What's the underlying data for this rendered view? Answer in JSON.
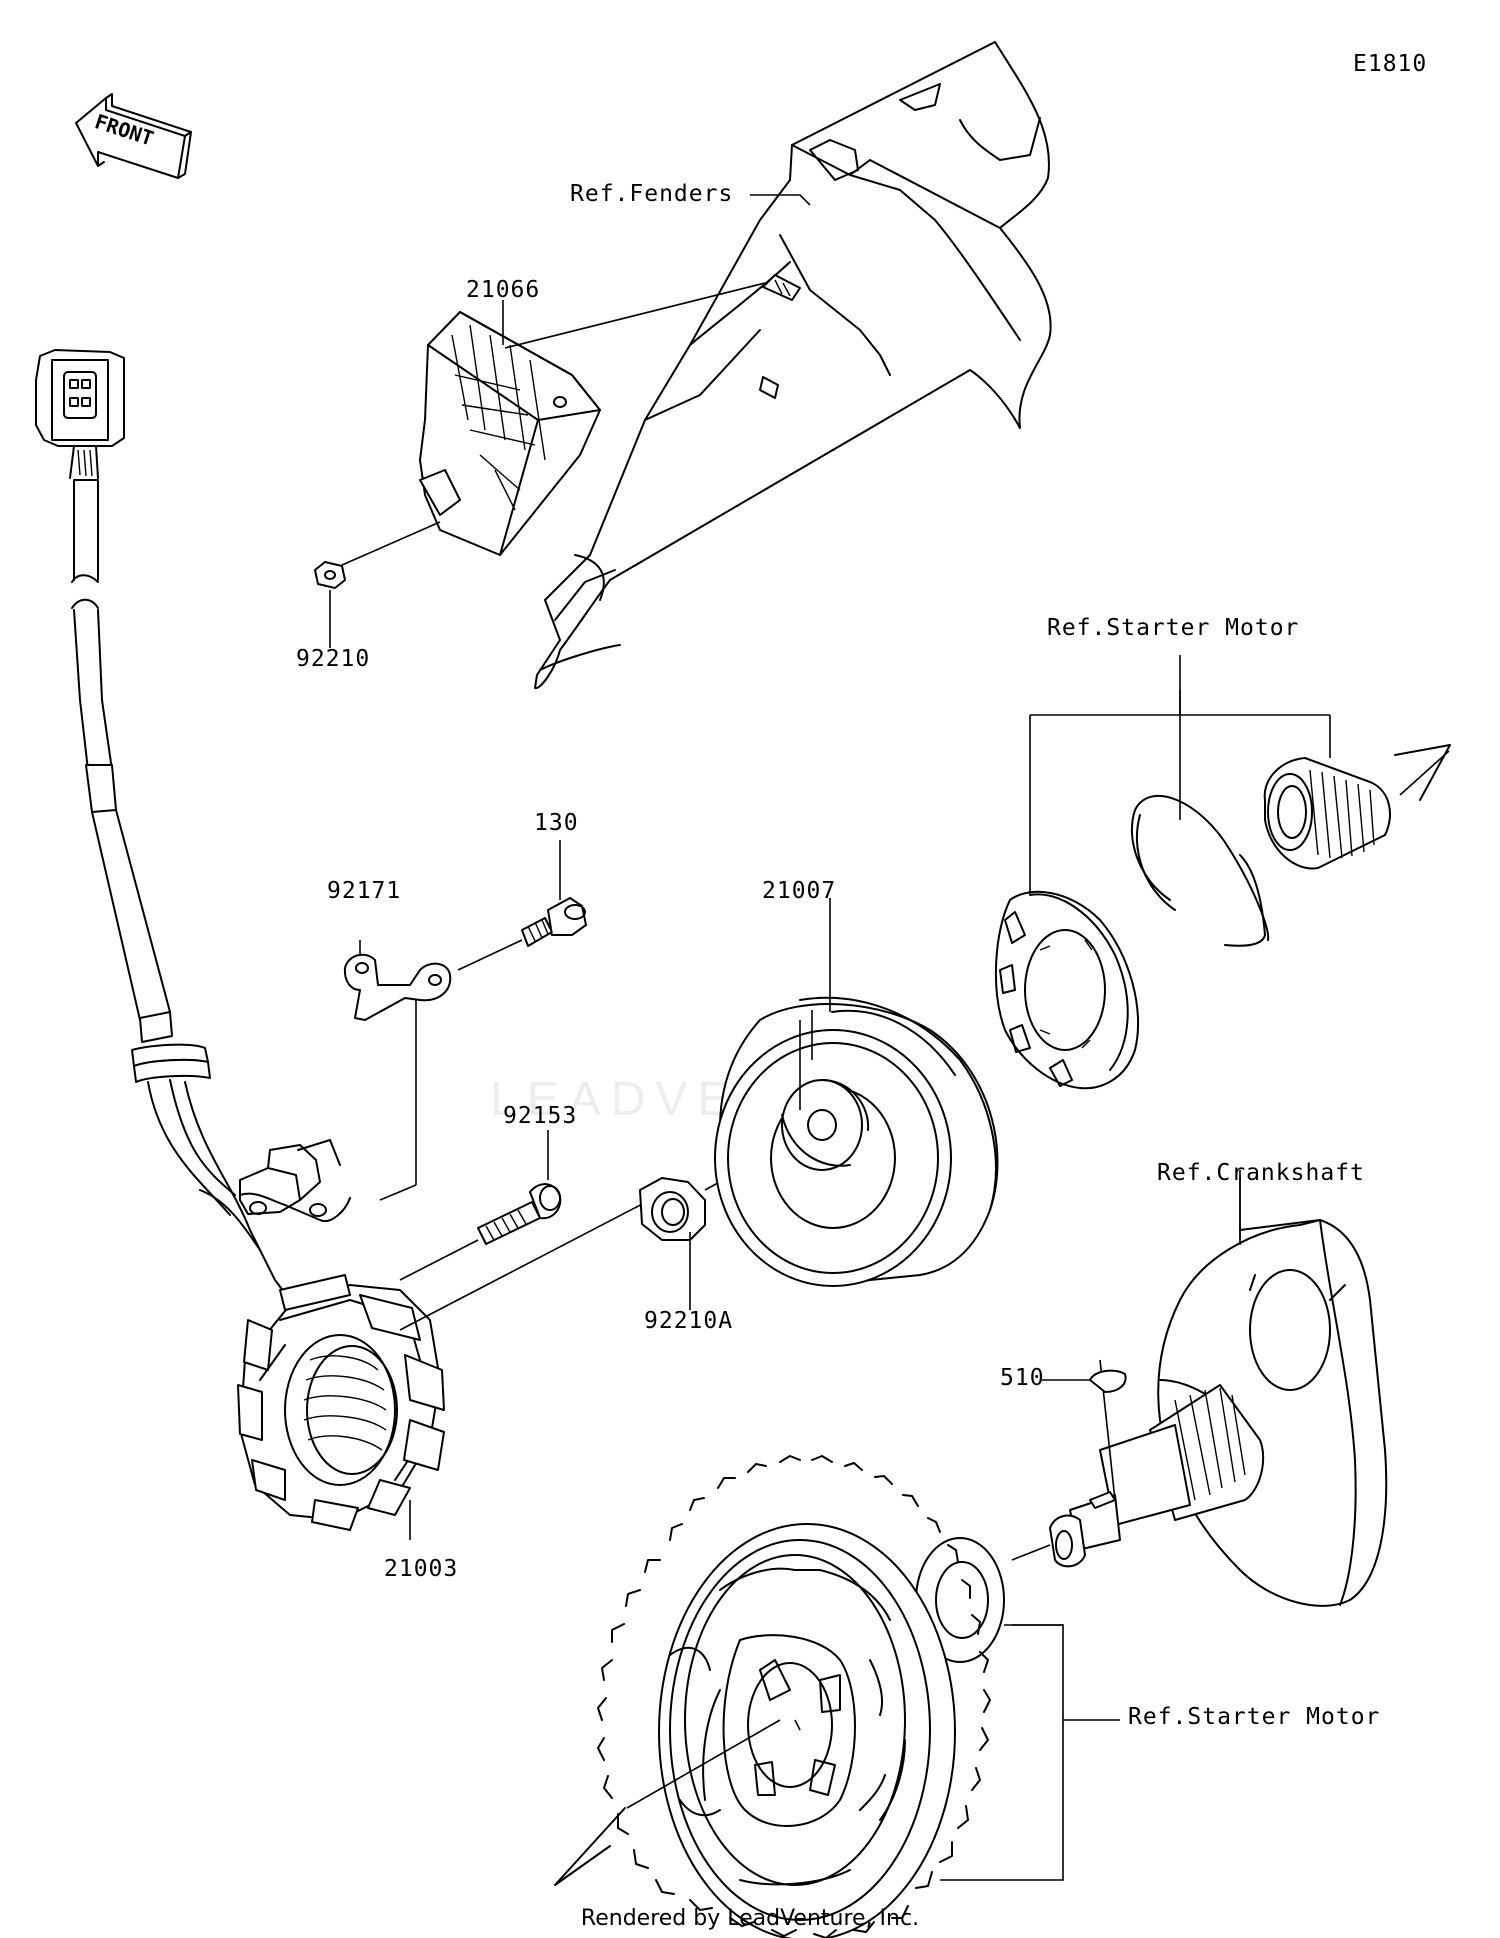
{
  "diagram_code": "E1810",
  "front_arrow_label": "FRONT",
  "watermark": "LEADVENTURE",
  "footer": "Rendered by LeadVenture, Inc.",
  "parts": {
    "p21066": "21066",
    "p92210": "92210",
    "p130": "130",
    "p92171": "92171",
    "p21007": "21007",
    "p92153": "92153",
    "p92210A": "92210A",
    "p21003": "21003",
    "p510": "510"
  },
  "refs": {
    "fenders": "Ref.Fenders",
    "starter_motor_top": "Ref.Starter Motor",
    "crankshaft": "Ref.Crankshaft",
    "starter_motor_bottom": "Ref.Starter Motor"
  }
}
